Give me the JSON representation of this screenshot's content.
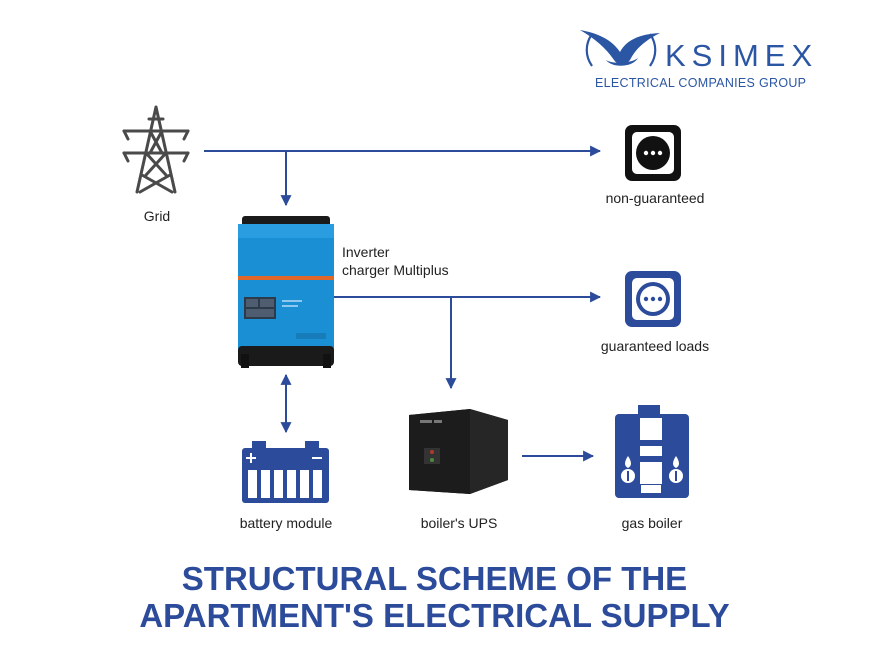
{
  "colors": {
    "line": "#2c4b9a",
    "accent_blue": "#2b56a3",
    "inverter_blue": "#1b8fd3",
    "text": "#222222"
  },
  "logo": {
    "icon": "bird-icon",
    "wordmark": "KSIMEX",
    "tagline": "ELECTRICAL COMPANIES GROUP"
  },
  "nodes": {
    "grid": {
      "label": "Grid",
      "icon": "power-tower-icon"
    },
    "inverter": {
      "label_line1": "Inverter",
      "label_line2": "charger Multiplus",
      "icon": "inverter-icon"
    },
    "non_guaranteed": {
      "label": "non-guaranteed",
      "icon": "socket-icon"
    },
    "guaranteed": {
      "label": "guaranteed loads",
      "icon": "socket-icon"
    },
    "battery": {
      "label": "battery module",
      "icon": "battery-icon"
    },
    "ups": {
      "label": "boiler's UPS",
      "icon": "ups-icon"
    },
    "boiler": {
      "label": "gas boiler",
      "icon": "gas-boiler-icon"
    }
  },
  "edges": [
    {
      "from": "grid",
      "to": "non_guaranteed"
    },
    {
      "from": "grid",
      "to": "inverter"
    },
    {
      "from": "inverter",
      "to": "guaranteed"
    },
    {
      "from": "inverter",
      "to": "ups"
    },
    {
      "from": "inverter",
      "to": "battery",
      "bidirectional": true
    },
    {
      "from": "ups",
      "to": "boiler"
    }
  ],
  "title": {
    "line1": "STRUCTURAL SCHEME OF THE",
    "line2": "APARTMENT'S ELECTRICAL SUPPLY"
  }
}
